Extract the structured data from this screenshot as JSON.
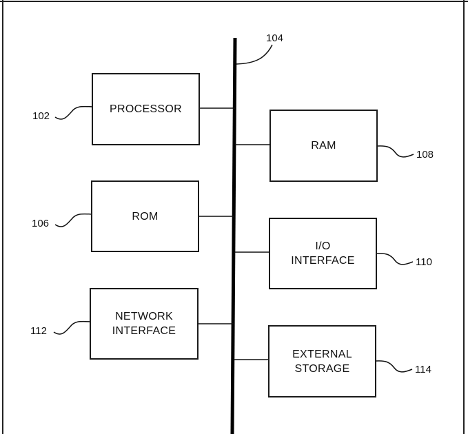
{
  "diagram": {
    "bus": {
      "ref": "104"
    },
    "blocks": {
      "processor": {
        "label": "PROCESSOR",
        "ref": "102"
      },
      "rom": {
        "label": "ROM",
        "ref": "106"
      },
      "network_interface": {
        "label": "NETWORK\nINTERFACE",
        "ref": "112"
      },
      "ram": {
        "label": "RAM",
        "ref": "108"
      },
      "io_interface": {
        "label": "I/O\nINTERFACE",
        "ref": "110"
      },
      "external_storage": {
        "label": "EXTERNAL\nSTORAGE",
        "ref": "114"
      }
    }
  }
}
